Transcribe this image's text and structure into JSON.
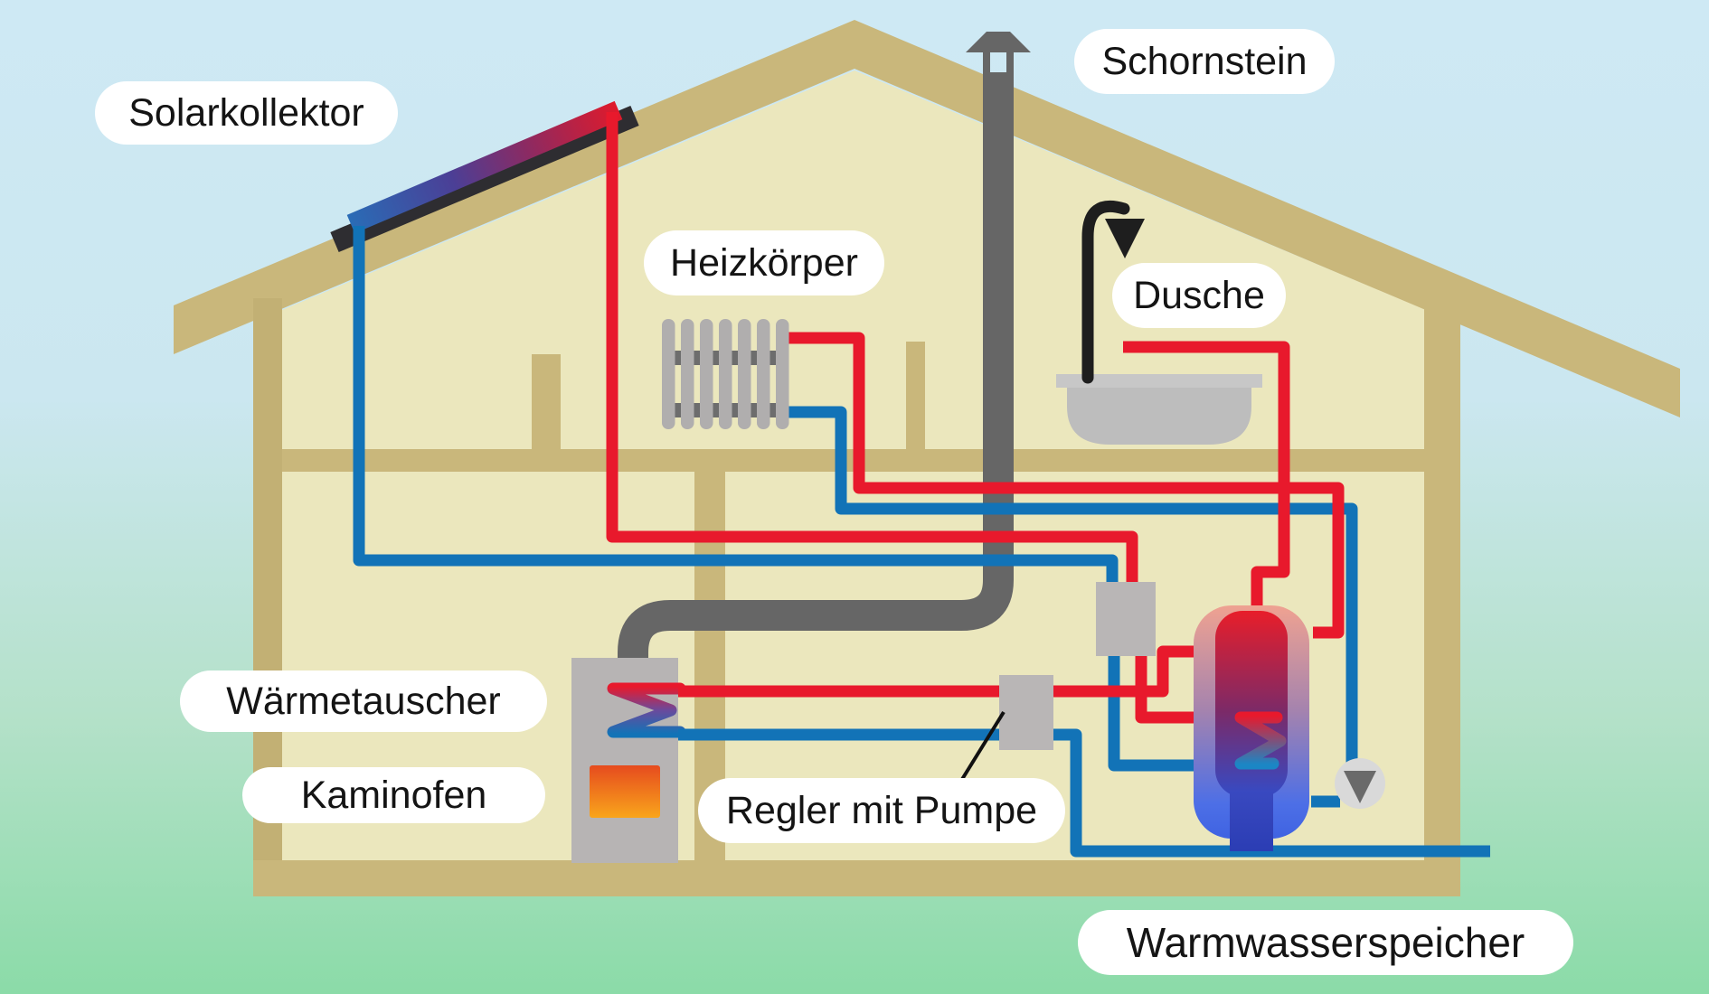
{
  "labels": {
    "solarkollektor": "Solarkollektor",
    "schornstein": "Schornstein",
    "heizkoerper": "Heizkörper",
    "dusche": "Dusche",
    "waermetauscher": "Wärmetauscher",
    "kaminofen": "Kaminofen",
    "regler_mit_pumpe": "Regler mit Pumpe",
    "warmwasserspeicher": "Warmwasserspeicher"
  },
  "colors": {
    "hot_pipe_red": "#e8192c",
    "cold_pipe_blue": "#1273b7",
    "roof_and_beams_tan": "#c9b77b",
    "house_interior_beige": "#ebe7bd",
    "chimney_gray": "#666666",
    "equipment_gray": "#b9b6b6",
    "fire_orange_top": "#e64b1e",
    "fire_orange_bottom": "#f9a51b",
    "tank_hot_top": "#e81e2a",
    "tank_cold_bottom": "#2b3db4",
    "sky": "#cee9f4",
    "ground_green": "#8bdba8",
    "label_background": "#ffffff",
    "label_text": "#141414"
  },
  "components": [
    "solar-collector",
    "chimney",
    "radiator",
    "shower",
    "bathtub",
    "wood-stove",
    "heat-exchanger-coil",
    "controller-with-pump",
    "hot-water-tank",
    "circulation-pump",
    "hot-water-pipes",
    "cold-water-pipes"
  ]
}
